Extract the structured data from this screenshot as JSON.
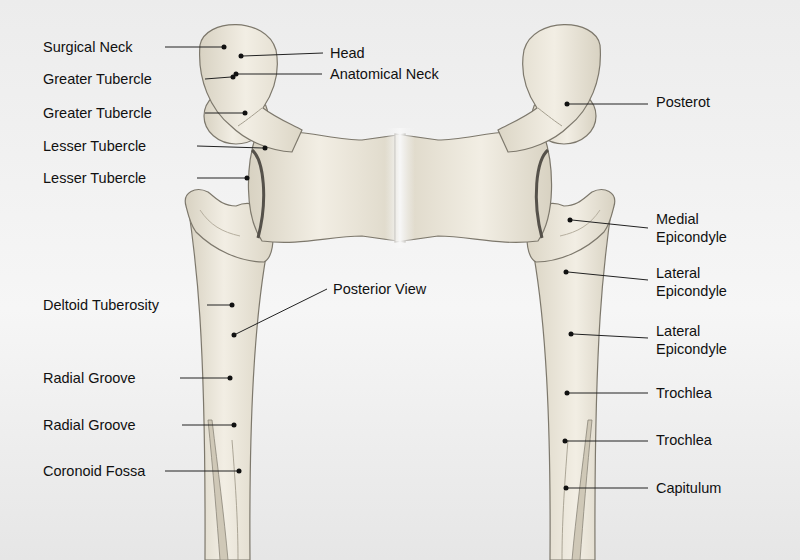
{
  "diagram": {
    "labels": [
      "Surgical Neck",
      "Head",
      "Greater Tubercle",
      "Anatomical Neck",
      "Greater Tubercle",
      "Lesser Tubercle",
      "Lesser Tubercle",
      "Posterot",
      "Medial Epicondyle",
      "Deltoid Tuberosity",
      "Posterior View",
      "Lateral Epicondyle",
      "Lateral Epicondyle",
      "Radial Groove",
      "Trochlea",
      "Radial Groove",
      "Trochlea",
      "Coronoid Fossa",
      "Capitulum"
    ]
  }
}
